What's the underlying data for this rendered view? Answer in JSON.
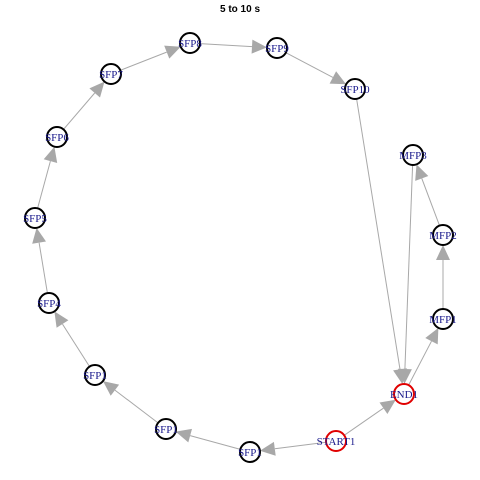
{
  "title": "5 to 10 s",
  "colors": {
    "edge": "#a8a8a8",
    "node_border": "#000000",
    "node_border_highlight": "#e00000",
    "label": "#1a1a8c",
    "background": "#ffffff"
  },
  "nodes": [
    {
      "id": "SFP1",
      "label": "SFP1",
      "highlight": false
    },
    {
      "id": "SFP2",
      "label": "SFP1",
      "highlight": false
    },
    {
      "id": "SFP3",
      "label": "SFP1",
      "highlight": false
    },
    {
      "id": "SFP4",
      "label": "SFP4",
      "highlight": false
    },
    {
      "id": "SFP5",
      "label": "SFP5",
      "highlight": false
    },
    {
      "id": "SFP6",
      "label": "SFP6",
      "highlight": false
    },
    {
      "id": "SFP7",
      "label": "SFP7",
      "highlight": false
    },
    {
      "id": "SFP8",
      "label": "SFP8",
      "highlight": false
    },
    {
      "id": "SFP9",
      "label": "SFP9",
      "highlight": false
    },
    {
      "id": "SFP10",
      "label": "SFP10",
      "highlight": false
    },
    {
      "id": "MFP3",
      "label": "MFP3",
      "highlight": false
    },
    {
      "id": "MFP2",
      "label": "MFP2",
      "highlight": false
    },
    {
      "id": "MFP1",
      "label": "MFP1",
      "highlight": false
    },
    {
      "id": "END1",
      "label": "END1",
      "highlight": true
    },
    {
      "id": "START1",
      "label": "START1",
      "highlight": true
    }
  ],
  "edges": [
    {
      "from": "START1",
      "to": "SFP1"
    },
    {
      "from": "SFP1",
      "to": "SFP2"
    },
    {
      "from": "SFP2",
      "to": "SFP3"
    },
    {
      "from": "SFP3",
      "to": "SFP4"
    },
    {
      "from": "SFP4",
      "to": "SFP5"
    },
    {
      "from": "SFP5",
      "to": "SFP6"
    },
    {
      "from": "SFP6",
      "to": "SFP7"
    },
    {
      "from": "SFP7",
      "to": "SFP8"
    },
    {
      "from": "SFP8",
      "to": "SFP9"
    },
    {
      "from": "SFP9",
      "to": "SFP10"
    },
    {
      "from": "SFP10",
      "to": "END1"
    },
    {
      "from": "START1",
      "to": "END1"
    },
    {
      "from": "END1",
      "to": "MFP1"
    },
    {
      "from": "MFP1",
      "to": "MFP2"
    },
    {
      "from": "MFP2",
      "to": "MFP3"
    },
    {
      "from": "MFP3",
      "to": "END1"
    }
  ]
}
